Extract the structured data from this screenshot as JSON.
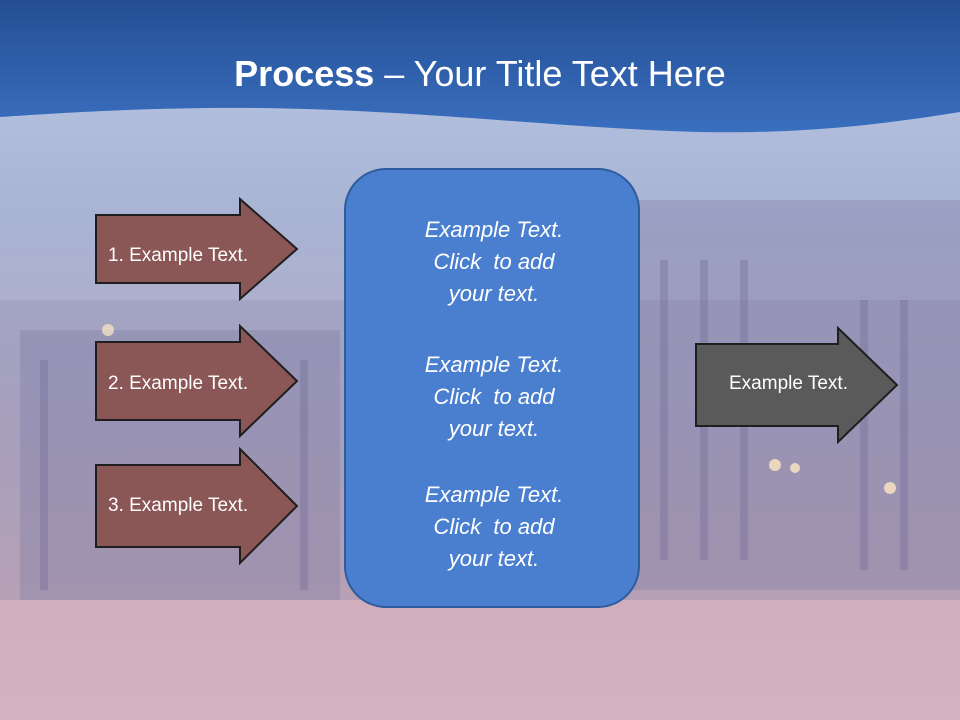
{
  "slide": {
    "title_bold": "Process",
    "title_rest": " – Your Title Text Here"
  },
  "inputs": [
    {
      "label": "1. Example Text."
    },
    {
      "label": "2. Example Text."
    },
    {
      "label": "3. Example Text."
    }
  ],
  "center": {
    "blocks": [
      {
        "lines": [
          "Example Text.",
          "Click  to add",
          "your text."
        ]
      },
      {
        "lines": [
          "Example Text.",
          "Click  to add",
          "your text."
        ]
      },
      {
        "lines": [
          "Example Text.",
          "Click  to add",
          "your text."
        ]
      }
    ]
  },
  "output": {
    "label": "Example Text."
  },
  "colors": {
    "header": "#2e5fa8",
    "input_arrow": "#8a5656",
    "center_box": "#4a7fcf",
    "output_arrow": "#5a5a5a"
  }
}
